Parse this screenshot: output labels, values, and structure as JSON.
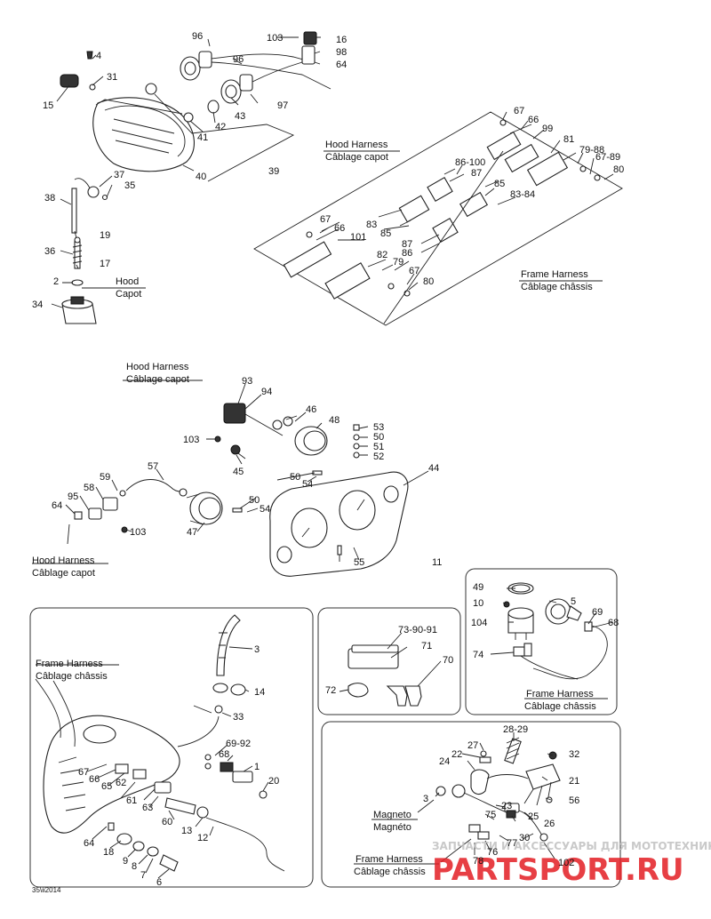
{
  "callouts": [
    {
      "id": "c96a",
      "text": "96"
    },
    {
      "id": "c103a",
      "text": "103"
    },
    {
      "id": "c16",
      "text": "16"
    },
    {
      "id": "c98",
      "text": "98"
    },
    {
      "id": "c64a",
      "text": "64"
    },
    {
      "id": "c96b",
      "text": "96"
    },
    {
      "id": "c4",
      "text": "4"
    },
    {
      "id": "c31",
      "text": "31"
    },
    {
      "id": "c15",
      "text": "15"
    },
    {
      "id": "c43",
      "text": "43"
    },
    {
      "id": "c97",
      "text": "97"
    },
    {
      "id": "c42",
      "text": "42"
    },
    {
      "id": "c41",
      "text": "41"
    },
    {
      "id": "c40",
      "text": "40"
    },
    {
      "id": "c39",
      "text": "39"
    },
    {
      "id": "c37",
      "text": "37"
    },
    {
      "id": "c35",
      "text": "35"
    },
    {
      "id": "c38",
      "text": "38"
    },
    {
      "id": "c19",
      "text": "19"
    },
    {
      "id": "c36",
      "text": "36"
    },
    {
      "id": "c17",
      "text": "17"
    },
    {
      "id": "c2",
      "text": "2"
    },
    {
      "id": "c34",
      "text": "34"
    },
    {
      "id": "c67a",
      "text": "67"
    },
    {
      "id": "c66a",
      "text": "66"
    },
    {
      "id": "c99",
      "text": "99"
    },
    {
      "id": "c81",
      "text": "81"
    },
    {
      "id": "c7988",
      "text": "79-88"
    },
    {
      "id": "c6789",
      "text": "67-89"
    },
    {
      "id": "c80a",
      "text": "80"
    },
    {
      "id": "c86100",
      "text": "86-100"
    },
    {
      "id": "c87a",
      "text": "87"
    },
    {
      "id": "c85a",
      "text": "85"
    },
    {
      "id": "c8384",
      "text": "83-84"
    },
    {
      "id": "c83",
      "text": "83"
    },
    {
      "id": "c85b",
      "text": "85"
    },
    {
      "id": "c67b",
      "text": "67"
    },
    {
      "id": "c66b",
      "text": "66"
    },
    {
      "id": "c101",
      "text": "101"
    },
    {
      "id": "c87b",
      "text": "87"
    },
    {
      "id": "c86",
      "text": "86"
    },
    {
      "id": "c82",
      "text": "82"
    },
    {
      "id": "c79",
      "text": "79"
    },
    {
      "id": "c67c",
      "text": "67"
    },
    {
      "id": "c80b",
      "text": "80"
    },
    {
      "id": "c93",
      "text": "93"
    },
    {
      "id": "c94",
      "text": "94"
    },
    {
      "id": "c46",
      "text": "46"
    },
    {
      "id": "c48",
      "text": "48"
    },
    {
      "id": "c53",
      "text": "53"
    },
    {
      "id": "c50a",
      "text": "50"
    },
    {
      "id": "c51",
      "text": "51"
    },
    {
      "id": "c52",
      "text": "52"
    },
    {
      "id": "c103b",
      "text": "103"
    },
    {
      "id": "c45",
      "text": "45"
    },
    {
      "id": "c44",
      "text": "44"
    },
    {
      "id": "c57",
      "text": "57"
    },
    {
      "id": "c50b",
      "text": "50"
    },
    {
      "id": "c54a",
      "text": "54"
    },
    {
      "id": "c59",
      "text": "59"
    },
    {
      "id": "c58",
      "text": "58"
    },
    {
      "id": "c95",
      "text": "95"
    },
    {
      "id": "c64b",
      "text": "64"
    },
    {
      "id": "c103c",
      "text": "103"
    },
    {
      "id": "c47",
      "text": "47"
    },
    {
      "id": "c50c",
      "text": "50"
    },
    {
      "id": "c54b",
      "text": "54"
    },
    {
      "id": "c55",
      "text": "55"
    },
    {
      "id": "c11",
      "text": "11"
    },
    {
      "id": "c49",
      "text": "49"
    },
    {
      "id": "c10",
      "text": "10"
    },
    {
      "id": "c5",
      "text": "5"
    },
    {
      "id": "c104",
      "text": "104"
    },
    {
      "id": "c69a",
      "text": "69"
    },
    {
      "id": "c68a",
      "text": "68"
    },
    {
      "id": "c74",
      "text": "74"
    },
    {
      "id": "c3",
      "text": "3"
    },
    {
      "id": "c14",
      "text": "14"
    },
    {
      "id": "c33",
      "text": "33"
    },
    {
      "id": "c6992",
      "text": "69-92"
    },
    {
      "id": "c68b",
      "text": "68"
    },
    {
      "id": "c1",
      "text": "1"
    },
    {
      "id": "c20",
      "text": "20"
    },
    {
      "id": "c67d",
      "text": "67"
    },
    {
      "id": "c66c",
      "text": "66"
    },
    {
      "id": "c65",
      "text": "65"
    },
    {
      "id": "c62",
      "text": "62"
    },
    {
      "id": "c61",
      "text": "61"
    },
    {
      "id": "c63",
      "text": "63"
    },
    {
      "id": "c60",
      "text": "60"
    },
    {
      "id": "c13",
      "text": "13"
    },
    {
      "id": "c12",
      "text": "12"
    },
    {
      "id": "c64c",
      "text": "64"
    },
    {
      "id": "c18",
      "text": "18"
    },
    {
      "id": "c9",
      "text": "9"
    },
    {
      "id": "c8",
      "text": "8"
    },
    {
      "id": "c7",
      "text": "7"
    },
    {
      "id": "c6",
      "text": "6"
    },
    {
      "id": "c739091",
      "text": "73-90-91"
    },
    {
      "id": "c71",
      "text": "71"
    },
    {
      "id": "c70",
      "text": "70"
    },
    {
      "id": "c72",
      "text": "72"
    },
    {
      "id": "c2829",
      "text": "28-29"
    },
    {
      "id": "c27",
      "text": "27"
    },
    {
      "id": "c32",
      "text": "32"
    },
    {
      "id": "c22",
      "text": "22"
    },
    {
      "id": "c24",
      "text": "24"
    },
    {
      "id": "c21",
      "text": "21"
    },
    {
      "id": "c3b",
      "text": "3"
    },
    {
      "id": "c56",
      "text": "56"
    },
    {
      "id": "c23",
      "text": "23"
    },
    {
      "id": "c75",
      "text": "75"
    },
    {
      "id": "c25",
      "text": "25"
    },
    {
      "id": "c26",
      "text": "26"
    },
    {
      "id": "c77",
      "text": "77"
    },
    {
      "id": "c30",
      "text": "30"
    },
    {
      "id": "c76",
      "text": "76"
    },
    {
      "id": "c78",
      "text": "78"
    },
    {
      "id": "c102",
      "text": "102"
    }
  ],
  "labels": {
    "hood_harness_top_en": "Hood Harness",
    "hood_harness_top_fr": "Câblage capot",
    "hood_en": "Hood",
    "hood_fr": "Capot",
    "frame_harness_top_en": "Frame Harness",
    "frame_harness_top_fr": "Câblage châssis",
    "hood_harness_mid_en": "Hood Harness",
    "hood_harness_mid_fr": "Câblage capot",
    "hood_harness_left_en": "Hood Harness",
    "hood_harness_left_fr": "Câblage capot",
    "frame_harness_box1_en": "Frame Harness",
    "frame_harness_box1_fr": "Câblage châssis",
    "frame_harness_box3_en": "Frame Harness",
    "frame_harness_box3_fr": "Câblage châssis",
    "magneto_en": "Magneto",
    "magneto_fr": "Magnéto",
    "frame_harness_box4_en": "Frame Harness",
    "frame_harness_box4_fr": "Câblage châssis",
    "date_code": "35\\ii2014"
  },
  "watermark": {
    "line1": "ЗАПЧАСТИ И АКСЕССУАРЫ ДЛЯ МОТОТЕХНИКИ",
    "line2": "PARTSPORT.RU",
    "color_main": "#e31e24",
    "color_light": "#c0c0c0"
  }
}
